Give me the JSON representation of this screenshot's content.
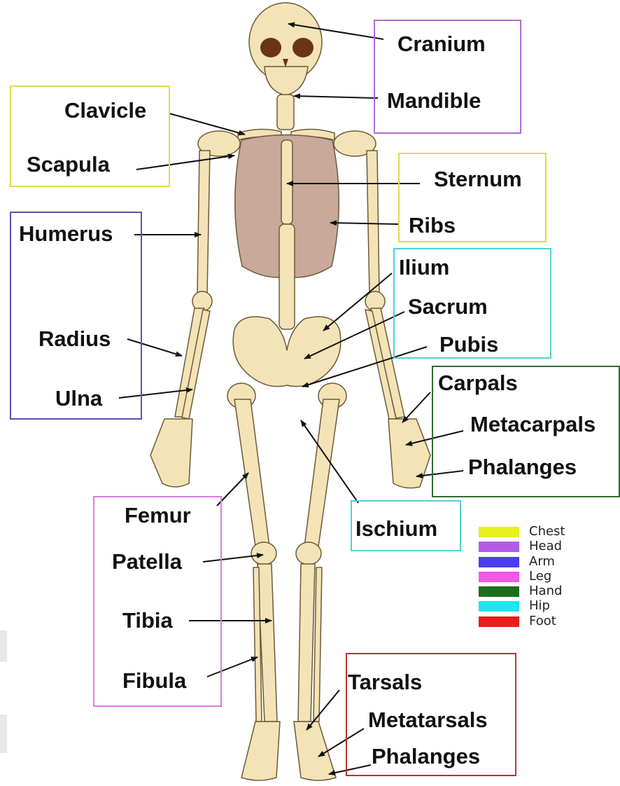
{
  "colors": {
    "bone": "#f3e3b6",
    "bone_stroke": "#6b5a3a",
    "ribs": "#c9a99a",
    "eye": "#6b3318",
    "arrow": "#111111"
  },
  "boxes": [
    {
      "group": "head",
      "color": "#b56ad1"
    },
    {
      "group": "chest",
      "color": "#dede46"
    },
    {
      "group": "chest",
      "color": "#dede46"
    },
    {
      "group": "arm",
      "color": "#5b4fbf"
    },
    {
      "group": "hip",
      "color": "#4fd2d6"
    },
    {
      "group": "hand",
      "color": "#2f6b2f"
    },
    {
      "group": "hip",
      "color": "#4fd2d6"
    },
    {
      "group": "leg",
      "color": "#e27ae0"
    },
    {
      "group": "foot",
      "color": "#b8332f"
    }
  ],
  "labels": [
    {
      "id": "cranium",
      "text": "Cranium"
    },
    {
      "id": "mandible",
      "text": "Mandible"
    },
    {
      "id": "clavicle",
      "text": "Clavicle"
    },
    {
      "id": "scapula",
      "text": "Scapula"
    },
    {
      "id": "sternum",
      "text": "Sternum"
    },
    {
      "id": "ribs",
      "text": "Ribs"
    },
    {
      "id": "humerus",
      "text": "Humerus"
    },
    {
      "id": "ilium",
      "text": "Ilium"
    },
    {
      "id": "sacrum",
      "text": "Sacrum"
    },
    {
      "id": "pubis",
      "text": "Pubis"
    },
    {
      "id": "radius",
      "text": "Radius"
    },
    {
      "id": "ulna",
      "text": "Ulna"
    },
    {
      "id": "carpals",
      "text": "Carpals"
    },
    {
      "id": "metacarpals",
      "text": "Metacarpals"
    },
    {
      "id": "phalanges-hand",
      "text": "Phalanges"
    },
    {
      "id": "femur",
      "text": "Femur"
    },
    {
      "id": "ischium",
      "text": "Ischium"
    },
    {
      "id": "patella",
      "text": "Patella"
    },
    {
      "id": "tibia",
      "text": "Tibia"
    },
    {
      "id": "fibula",
      "text": "Fibula"
    },
    {
      "id": "tarsals",
      "text": "Tarsals"
    },
    {
      "id": "metatarsals",
      "text": "Metatarsals"
    },
    {
      "id": "phalanges-foot",
      "text": "Phalanges"
    }
  ],
  "legend": [
    {
      "label": "Chest",
      "color": "#e6f01e"
    },
    {
      "label": "Head",
      "color": "#b45be6"
    },
    {
      "label": "Arm",
      "color": "#4b3df0"
    },
    {
      "label": "Leg",
      "color": "#f05ae6"
    },
    {
      "label": "Hand",
      "color": "#1e6e1e"
    },
    {
      "label": "Hip",
      "color": "#1ee6f0"
    },
    {
      "label": "Foot",
      "color": "#e61e1e"
    }
  ]
}
